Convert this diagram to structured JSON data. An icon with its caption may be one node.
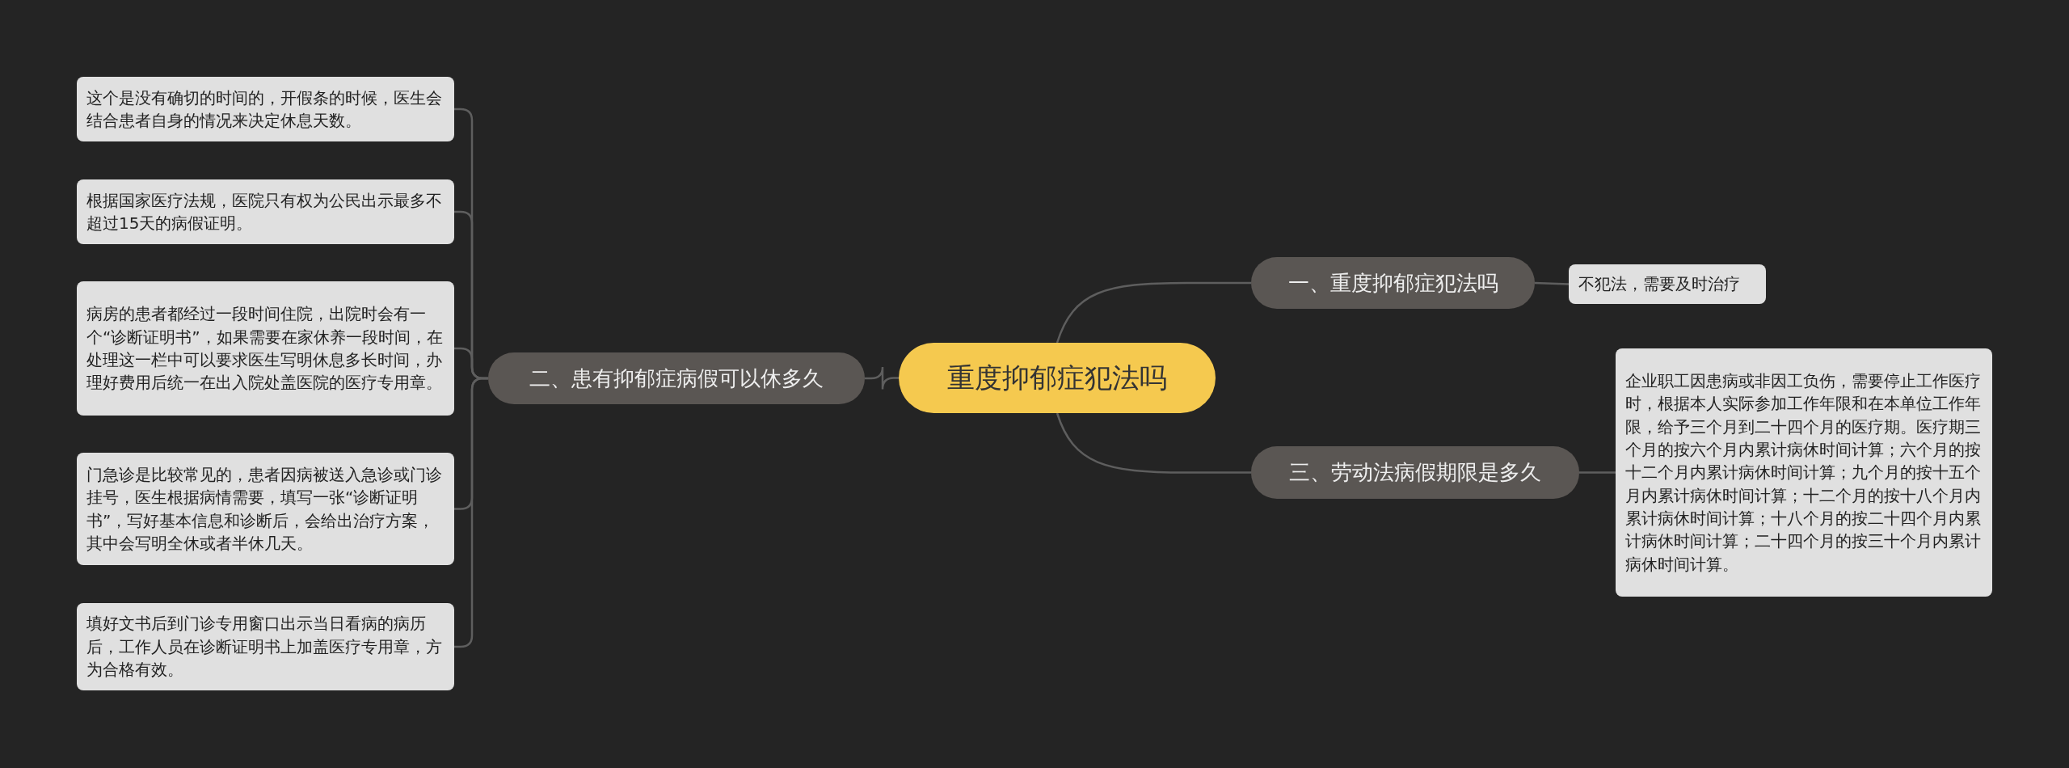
{
  "diagram": {
    "nodes": [
      {
        "text": [
          "重度抑郁症犯法吗"
        ]
      },
      {
        "text": [
          "一、重度抑郁症犯法吗"
        ]
      },
      {
        "text": [
          "不犯法，需要及时治疗"
        ]
      },
      {
        "text": [
          "二、患有抑郁症病假可以休多久"
        ]
      },
      {
        "text": [
          "这个是没有确切的时间的，开假条的时候，医生会结合患者自身的情况来决定休息天数。"
        ]
      },
      {
        "text": [
          "根据国家医疗法规，医院只有权为公民出示最多不超过15天的病假证明。"
        ]
      },
      {
        "text": [
          "病房的患者都经过一段时间住院，出院时会有一个“诊断证明书”，如果需要在家休养一段时间，在处理这一栏中可以要求医生写明休息多长时间，办理好费用后统一在出入院处盖医院的医疗专用章。"
        ]
      },
      {
        "text": [
          "门急诊是比较常见的，患者因病被送入急诊或门诊挂号，医生根据病情需要，填写一张“诊断证明书”，写好基本信息和诊断后，会给出治疗方案，其中会写明全休或者半休几天。"
        ]
      },
      {
        "text": [
          "填好文书后到门诊专用窗口出示当日看病的病历后，工作人员在诊断证明书上加盖医疗专用章，方为合格有效。"
        ]
      },
      {
        "text": [
          "三、劳动法病假期限是多久"
        ]
      },
      {
        "text": [
          "企业职工因患病或非因工负伤，需要停止工作医疗时，根据本人实际参加工作年限和在本单位工作年限，给予三个月到二十四个月的医疗期。医疗期三个月的按六个月内累计病休时间计算；六个月的按十二个月内累计病休时间计算；九个月的按十五个月内累计病休时间计算；十二个月的按十八个月内累计病休时间计算；十八个月的按二十四个月内累计病休时间计算；二十四个月的按三十个月内累计病休时间计算。"
        ]
      }
    ],
    "edges": [
      {
        "from": 0,
        "to": 1,
        "arrow": "none"
      },
      {
        "from": 1,
        "to": 2,
        "arrow": "none"
      },
      {
        "from": 0,
        "to": 3,
        "arrow": "none"
      },
      {
        "from": 3,
        "to": 4,
        "arrow": "none"
      },
      {
        "from": 3,
        "to": 5,
        "arrow": "none"
      },
      {
        "from": 3,
        "to": 6,
        "arrow": "none"
      },
      {
        "from": 3,
        "to": 7,
        "arrow": "none"
      },
      {
        "from": 3,
        "to": 8,
        "arrow": "none"
      },
      {
        "from": 0,
        "to": 9,
        "arrow": "none"
      },
      {
        "from": 9,
        "to": 10,
        "arrow": "none"
      }
    ]
  }
}
